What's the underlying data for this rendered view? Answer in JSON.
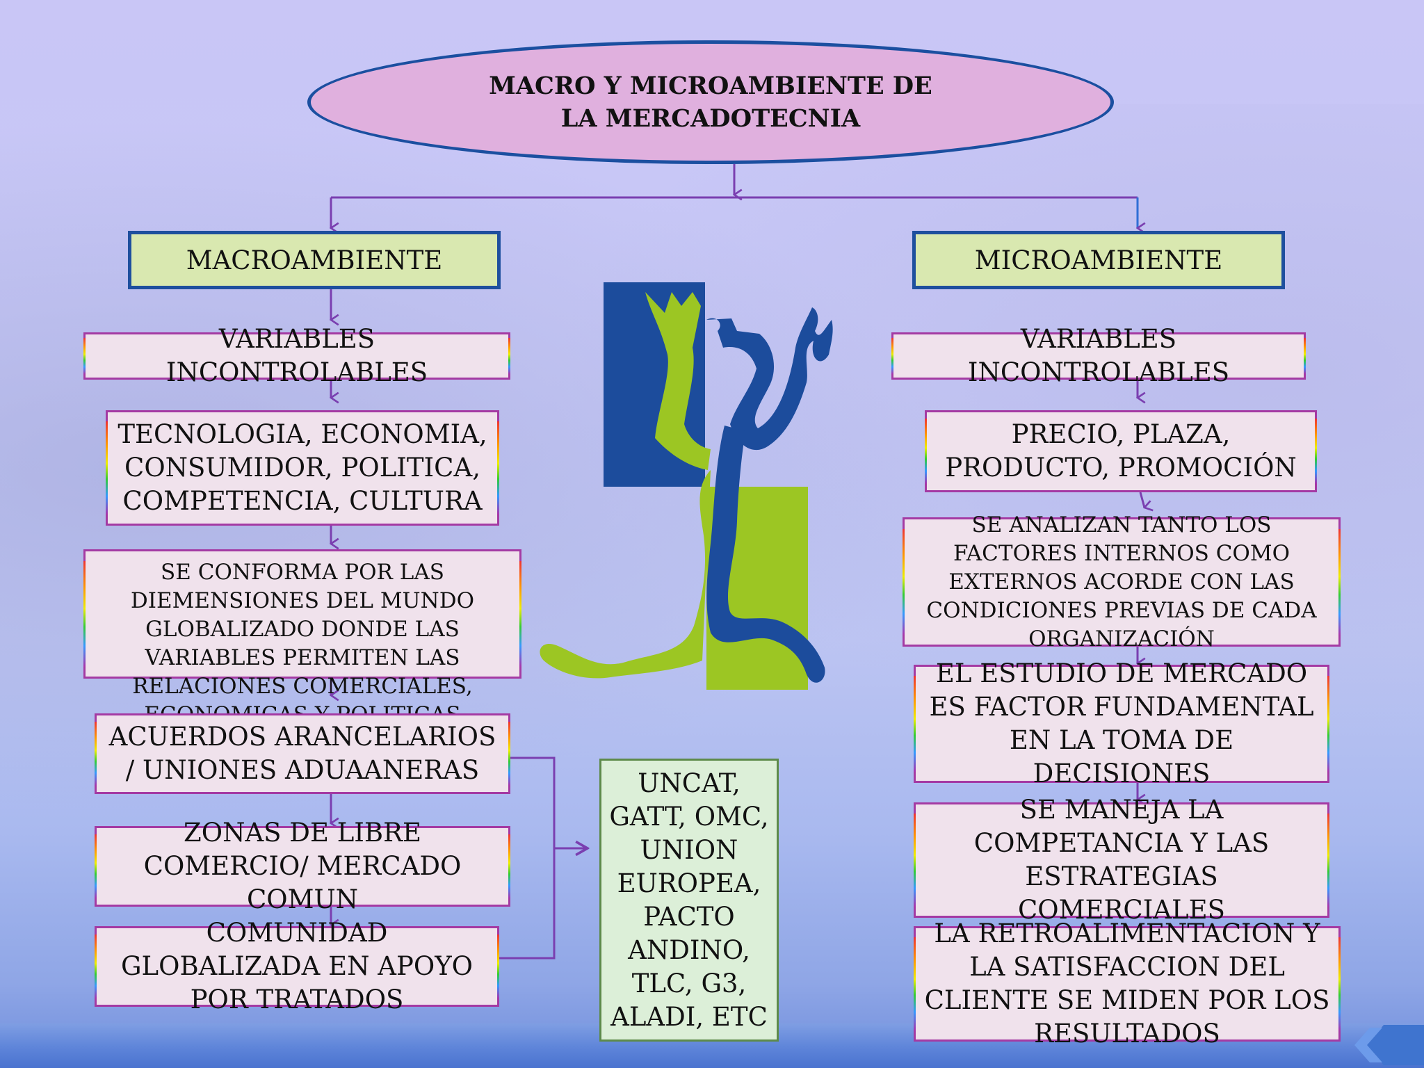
{
  "title": "MACRO Y MICROAMBIENTE DE LA MERCADOTECNIA",
  "macro": {
    "heading": "MACROAMBIENTE",
    "variables": "VARIABLES INCONTROLABLES",
    "factors": "TECNOLOGIA, ECONOMIA, CONSUMIDOR, POLITICA, COMPETENCIA, CULTURA",
    "description": "SE CONFORMA POR LAS DIEMENSIONES DEL MUNDO GLOBALIZADO  DONDE LAS VARIABLES PERMITEN LAS RELACIONES COMERCIALES, ECONOMICAS Y POLITICAS",
    "agreements": "ACUERDOS ARANCELARIOS / UNIONES ADUAANERAS",
    "free_trade": "ZONAS DE LIBRE COMERCIO/ MERCADO COMUN",
    "community": "COMUNIDAD GLOBALIZADA EN APOYO POR TRATADOS",
    "treaties": "UNCAT, GATT, OMC, UNION EUROPEA, PACTO ANDINO, TLC, G3, ALADI, ETC"
  },
  "micro": {
    "heading": "MICROAMBIENTE",
    "variables": "VARIABLES INCONTROLABLES",
    "mix": "PRECIO, PLAZA, PRODUCTO, PROMOCIÓN",
    "analysis": "SE ANALIZAN TANTO LOS FACTORES INTERNOS COMO EXTERNOS ACORDE CON LAS CONDICIONES PREVIAS DE CADA ORGANIZACIÓN",
    "study": "EL ESTUDIO DE MERCADO ES FACTOR FUNDAMENTAL EN LA TOMA DE DECISIONES",
    "competition": "SE MANEJA LA COMPETANCIA Y LAS ESTRATEGIAS COMERCIALES",
    "feedback": "LA RETROALIMENTACION Y LA SATISFACCION DEL CLIENTE SE MIDEN POR LOS RESULTADOS"
  },
  "colors": {
    "title_fill": "#e0b0de",
    "heading_fill": "#d9e8b0",
    "box_fill": "#f0e2ec",
    "box_border": "#a43aa3",
    "connector": "#7a3fb0",
    "figure_blue": "#1c4c9c",
    "figure_green": "#9cc623"
  }
}
